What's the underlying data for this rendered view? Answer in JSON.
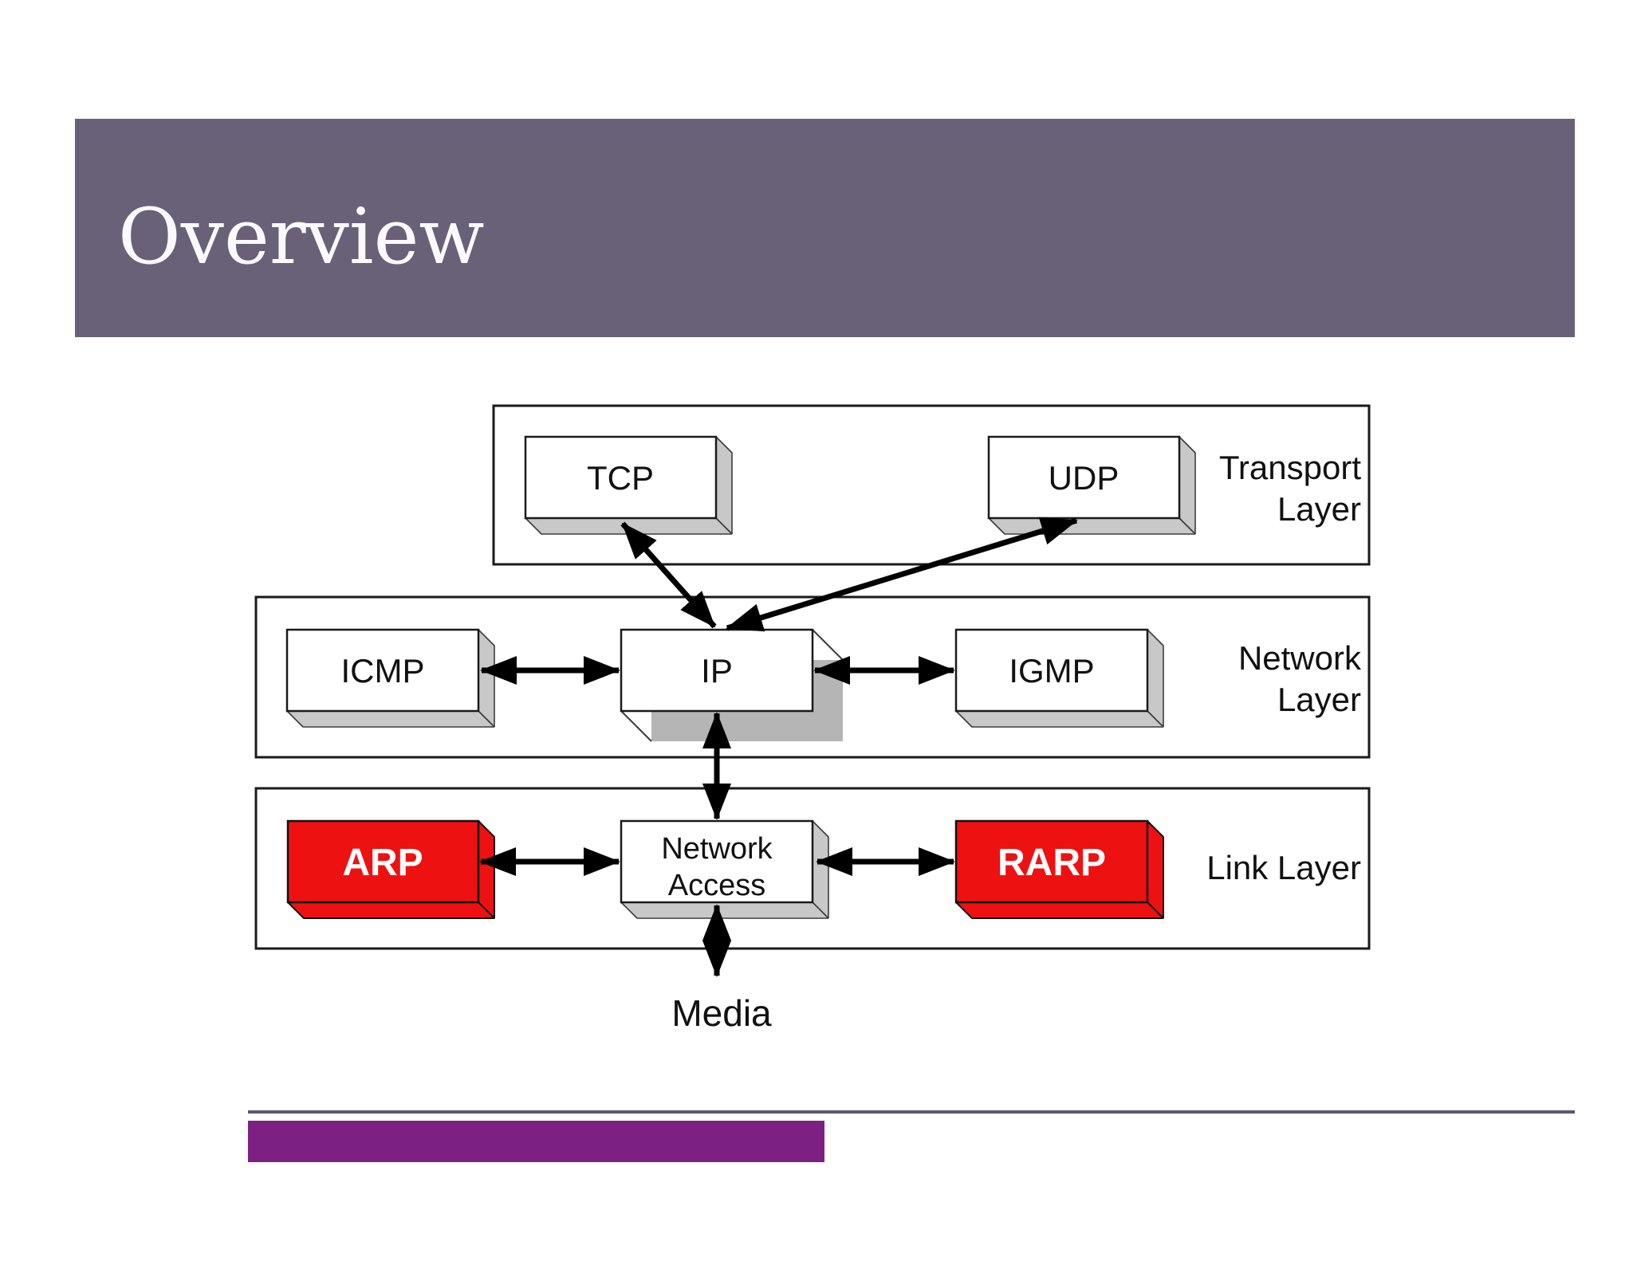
{
  "slide": {
    "title": "Overview"
  },
  "colors": {
    "header_bar": "#696178",
    "accent_bar": "#7D2083",
    "divider_line": "#5C5870",
    "node_red": "#EE1111",
    "bevel_gray": "#C8C8C8",
    "shadow_gray": "#B5B5B5"
  },
  "diagram": {
    "layers": [
      {
        "id": "transport",
        "label_lines": [
          "Transport",
          "Layer"
        ],
        "nodes": [
          {
            "id": "tcp",
            "label": "TCP"
          },
          {
            "id": "udp",
            "label": "UDP"
          }
        ]
      },
      {
        "id": "network",
        "label_lines": [
          "Network",
          "Layer"
        ],
        "nodes": [
          {
            "id": "icmp",
            "label": "ICMP"
          },
          {
            "id": "ip",
            "label": "IP"
          },
          {
            "id": "igmp",
            "label": "IGMP"
          }
        ]
      },
      {
        "id": "link",
        "label_lines": [
          "Link Layer"
        ],
        "nodes": [
          {
            "id": "arp",
            "label": "ARP"
          },
          {
            "id": "network-access",
            "label_lines": [
              "Network",
              "Access"
            ]
          },
          {
            "id": "rarp",
            "label": "RARP"
          }
        ]
      }
    ],
    "media_label": "Media"
  }
}
